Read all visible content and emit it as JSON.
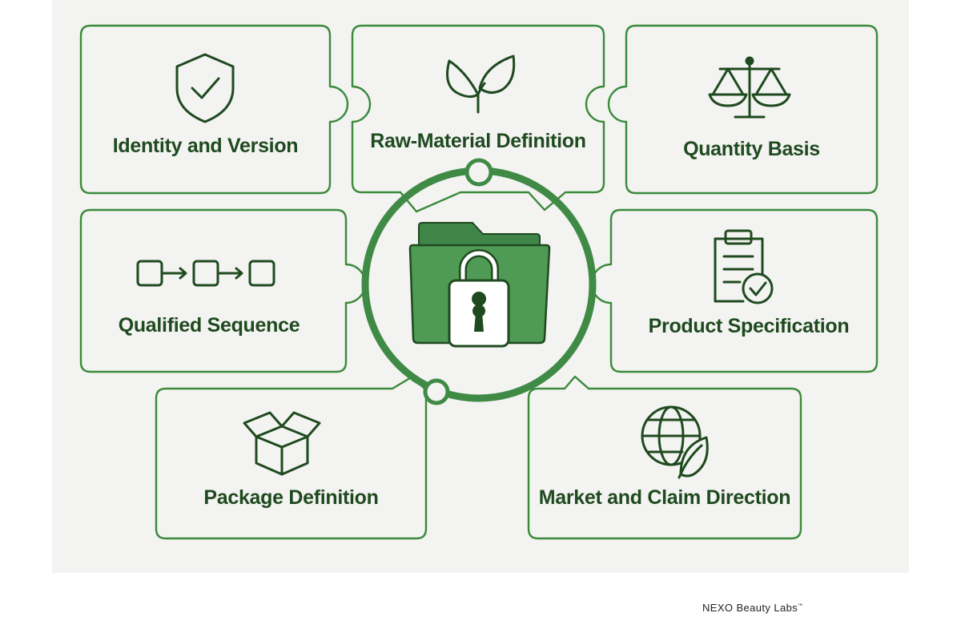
{
  "diagram": {
    "center": {
      "icon": "locked-folder-icon"
    },
    "cards": [
      {
        "id": "identity",
        "label": "Identity and Version",
        "icon": "shield-check-icon"
      },
      {
        "id": "raw-material",
        "label": "Raw-Material Definition",
        "icon": "leaf-sprout-icon"
      },
      {
        "id": "quantity",
        "label": "Quantity Basis",
        "icon": "balance-scale-icon"
      },
      {
        "id": "sequence",
        "label": "Qualified Sequence",
        "icon": "sequence-flow-icon"
      },
      {
        "id": "specification",
        "label": "Product Specification",
        "icon": "clipboard-check-icon"
      },
      {
        "id": "package",
        "label": "Package Definition",
        "icon": "open-box-icon"
      },
      {
        "id": "market",
        "label": "Market and Claim Direction",
        "icon": "globe-leaf-icon"
      }
    ]
  },
  "brand": {
    "name": "NEXO Beauty Labs",
    "mark": "™"
  },
  "colors": {
    "border": "#3a8a3a",
    "icon": "#1f4a1f",
    "folder_fill": "#4f9a55",
    "folder_tab": "#3f8547",
    "lock_fill": "#ffffff",
    "background": "#f3f3f1"
  }
}
